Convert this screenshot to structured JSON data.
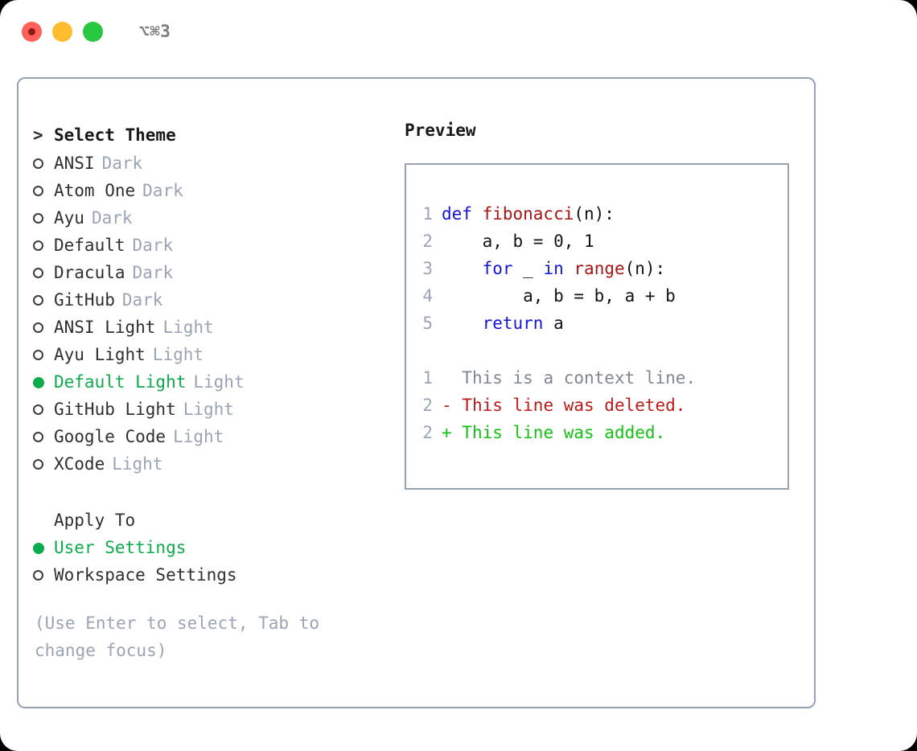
{
  "titlebar": {
    "shortcut": "⌥⌘3",
    "lights": [
      {
        "name": "close",
        "color": "#ff6058"
      },
      {
        "name": "minimize",
        "color": "#ffbd2e"
      },
      {
        "name": "maximize",
        "color": "#28c840"
      }
    ]
  },
  "theme_panel": {
    "header_prefix": ">",
    "header": "Select Theme",
    "items": [
      {
        "marker": "○",
        "name": "ANSI",
        "kind": "Dark",
        "selected": false
      },
      {
        "marker": "○",
        "name": "Atom One",
        "kind": "Dark",
        "selected": false
      },
      {
        "marker": "○",
        "name": "Ayu",
        "kind": "Dark",
        "selected": false
      },
      {
        "marker": "○",
        "name": "Default",
        "kind": "Dark",
        "selected": false
      },
      {
        "marker": "○",
        "name": "Dracula",
        "kind": "Dark",
        "selected": false
      },
      {
        "marker": "○",
        "name": "GitHub",
        "kind": "Dark",
        "selected": false
      },
      {
        "marker": "○",
        "name": "ANSI Light",
        "kind": "Light",
        "selected": false
      },
      {
        "marker": "○",
        "name": "Ayu Light",
        "kind": "Light",
        "selected": false
      },
      {
        "marker": "●",
        "name": "Default Light",
        "kind": "Light",
        "selected": true
      },
      {
        "marker": "○",
        "name": "GitHub Light",
        "kind": "Light",
        "selected": false
      },
      {
        "marker": "○",
        "name": "Google Code",
        "kind": "Light",
        "selected": false
      },
      {
        "marker": "○",
        "name": "XCode",
        "kind": "Light",
        "selected": false
      }
    ]
  },
  "apply_to": {
    "header": "Apply To",
    "items": [
      {
        "marker": "●",
        "label": "User Settings",
        "selected": true
      },
      {
        "marker": "○",
        "label": "Workspace Settings",
        "selected": false
      }
    ]
  },
  "hint": "(Use Enter to select, Tab to change focus)",
  "preview": {
    "title": "Preview",
    "code_lines": [
      {
        "number": "1",
        "tokens": [
          {
            "text": "def ",
            "type": "kw"
          },
          {
            "text": "fibonacci",
            "type": "fn"
          },
          {
            "text": "(n):",
            "type": "plain"
          }
        ]
      },
      {
        "number": "2",
        "tokens": [
          {
            "text": "    a, b = 0, 1",
            "type": "plain"
          }
        ]
      },
      {
        "number": "3",
        "tokens": [
          {
            "text": "    ",
            "type": "plain"
          },
          {
            "text": "for",
            "type": "kw"
          },
          {
            "text": " _ ",
            "type": "plain"
          },
          {
            "text": "in",
            "type": "kw"
          },
          {
            "text": " ",
            "type": "plain"
          },
          {
            "text": "range",
            "type": "fn"
          },
          {
            "text": "(n):",
            "type": "plain"
          }
        ]
      },
      {
        "number": "4",
        "tokens": [
          {
            "text": "        a, b = b, a + b",
            "type": "plain"
          }
        ]
      },
      {
        "number": "5",
        "tokens": [
          {
            "text": "    ",
            "type": "plain"
          },
          {
            "text": "return",
            "type": "kw"
          },
          {
            "text": " a",
            "type": "plain"
          }
        ]
      }
    ],
    "diff_lines": [
      {
        "number": "1",
        "sign": " ",
        "text": " This is a context line.",
        "type": "context"
      },
      {
        "number": "2",
        "sign": "-",
        "text": " This line was deleted.",
        "type": "deleted"
      },
      {
        "number": "2",
        "sign": "+",
        "text": " This line was added.",
        "type": "added"
      }
    ]
  },
  "colors": {
    "accent_green": "#0cab4c",
    "muted": "#9ba4b4",
    "keyword_blue": "#1414e0",
    "function_red": "#a81414",
    "diff_deleted": "#c01818",
    "diff_added": "#12c112",
    "border": "#99a2b2"
  }
}
